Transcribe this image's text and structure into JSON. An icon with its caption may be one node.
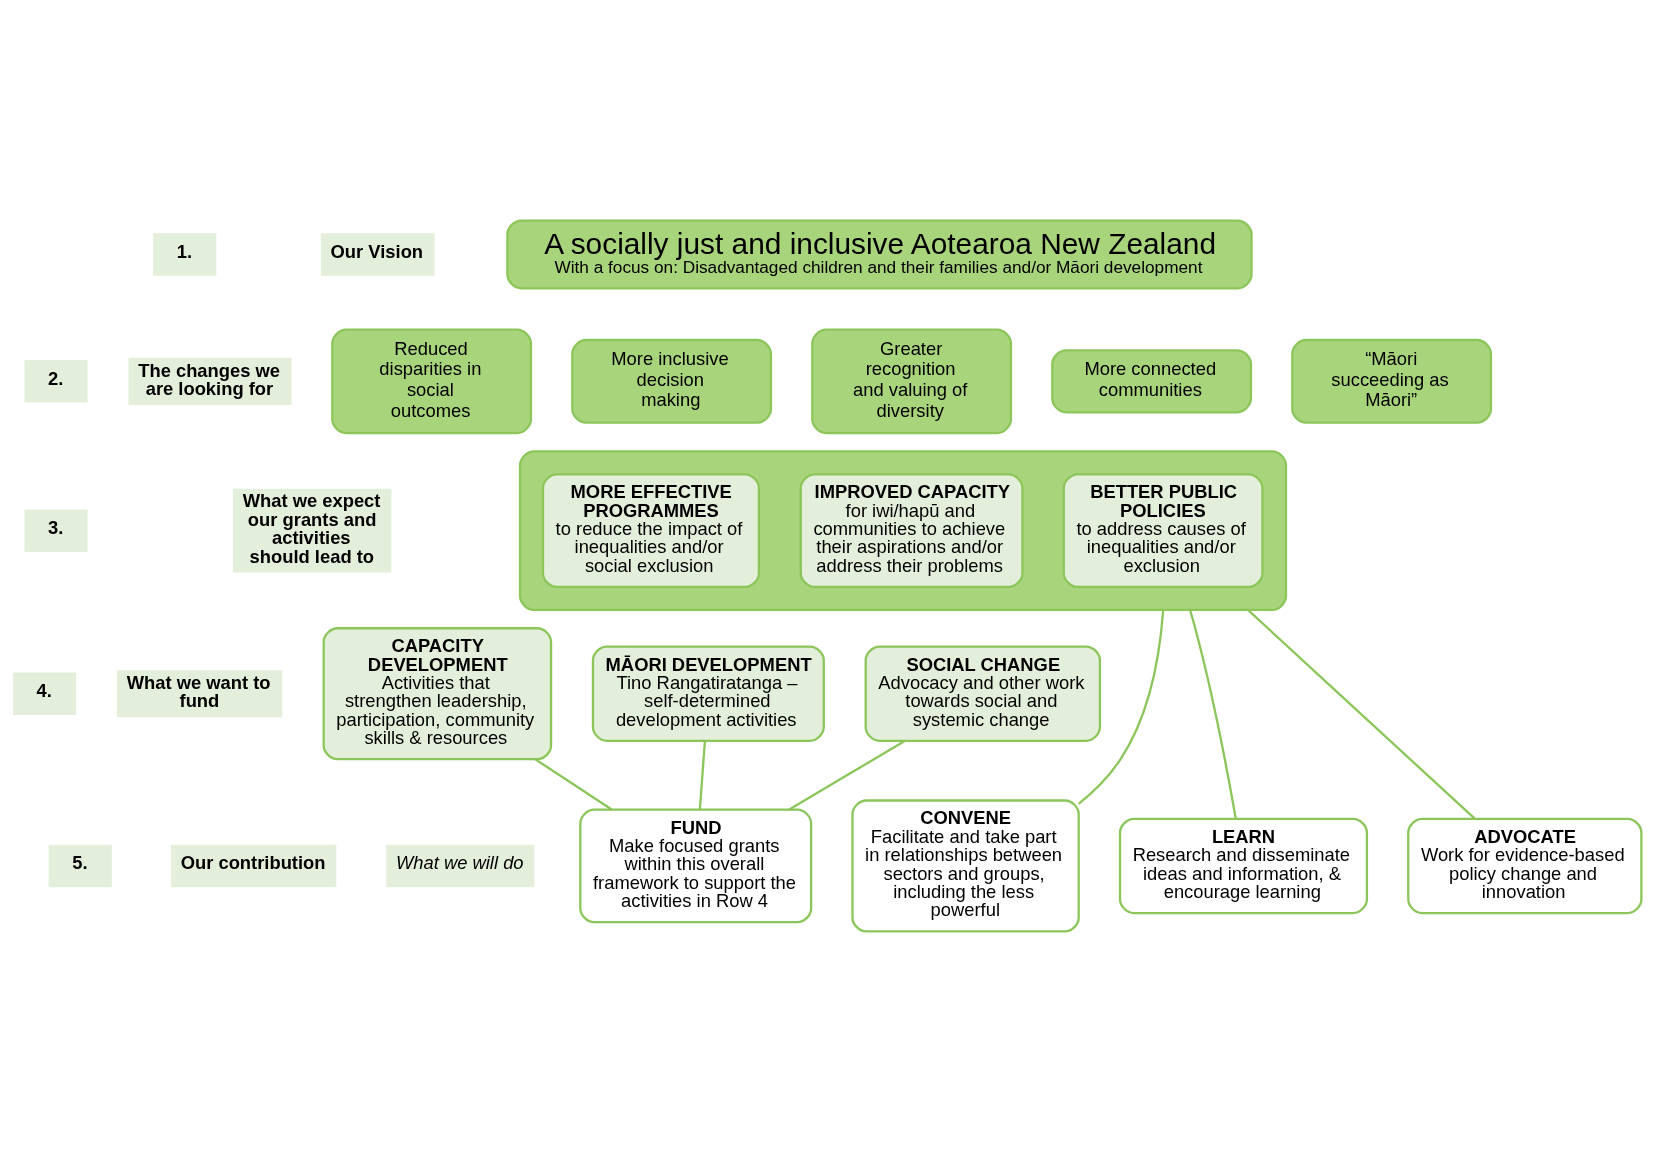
{
  "diagram": {
    "nodes": [
      {
        "text": [
          "A socially just and inclusive Aotearoa New Zealand",
          "With a focus on: Disadvantaged children and their families and/or Māori development"
        ]
      },
      {
        "text": [
          "Reduced disparities in social outcomes"
        ]
      },
      {
        "text": [
          "More inclusive decision making"
        ]
      },
      {
        "text": [
          "Greater recognition and valuing of diversity"
        ]
      },
      {
        "text": [
          "More connected communities"
        ]
      },
      {
        "text": [
          "“Māori succeeding as Māori”"
        ]
      },
      {
        "text": [],
        "shape": "box"
      },
      {
        "text": [
          "MORE EFFECTIVE PROGRAMMES",
          "to reduce the impact of inequalities and/or social exclusion"
        ],
        "in": 6
      },
      {
        "text": [
          "IMPROVED CAPACITY",
          "for iwi/hapū and communities to achieve their aspirations and/or address their problems"
        ],
        "in": 6
      },
      {
        "text": [
          "BETTER PUBLIC POLICIES",
          "to address causes of inequalities and/or exclusion"
        ],
        "in": 6
      },
      {
        "text": [
          "CAPACITY DEVELOPMENT",
          "Activities that strengthen leadership, participation, community skills & resources"
        ]
      },
      {
        "text": [
          "MĀORI DEVELOPMENT",
          "Tino Rangatiratanga – self-determined development activities"
        ]
      },
      {
        "text": [
          "SOCIAL CHANGE",
          "Advocacy and other work towards social and systemic change"
        ]
      },
      {
        "text": [
          "FUND",
          "Make focused grants within this overall framework to support the activities in Row 4"
        ]
      },
      {
        "text": [
          "CONVENE",
          "Facilitate and take part in relationships between sectors and groups, including the less powerful"
        ]
      },
      {
        "text": [
          "LEARN",
          "Research and disseminate ideas and information, & encourage learning"
        ]
      },
      {
        "text": [
          "ADVOCATE",
          "Work for evidence-based policy change and innovation"
        ]
      }
    ],
    "edges": [
      {
        "from": 10,
        "to": 13,
        "arrow": "none"
      },
      {
        "from": 11,
        "to": 13,
        "arrow": "none"
      },
      {
        "from": 12,
        "to": 13,
        "arrow": "none"
      },
      {
        "from": 6,
        "to": 14,
        "arrow": "none"
      },
      {
        "from": 6,
        "to": 15,
        "arrow": "none"
      },
      {
        "from": 6,
        "to": 16,
        "arrow": "none"
      }
    ],
    "labels": [
      "1.",
      "Our Vision",
      "2.",
      "The changes we are looking for",
      "3.",
      "What we expect our grants and activities should lead to",
      "4.",
      "What we want to fund",
      "5.",
      "Our contribution",
      "What we will do"
    ]
  }
}
